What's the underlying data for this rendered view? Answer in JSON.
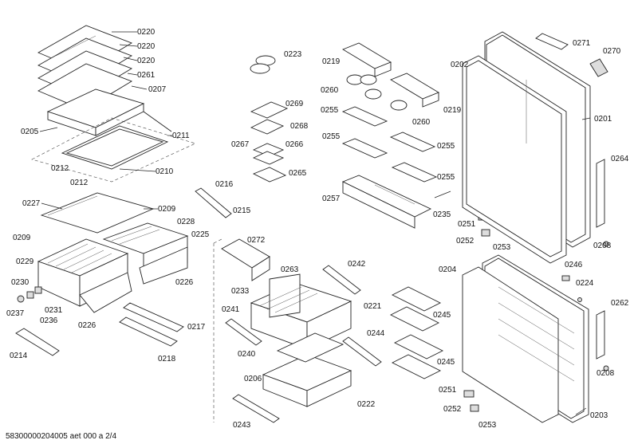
{
  "diagram": {
    "footer_code": "58300000204005 aet 000 a 2/4",
    "labels": [
      "0220",
      "0220",
      "0220",
      "0261",
      "0207",
      "0205",
      "0211",
      "0212",
      "0212",
      "0210",
      "0227",
      "0209",
      "0228",
      "0225",
      "0209",
      "0229",
      "0230",
      "0237",
      "0231",
      "0236",
      "0226",
      "0226",
      "0214",
      "0217",
      "0218",
      "0223",
      "0269",
      "0268",
      "0267",
      "0266",
      "0265",
      "0216",
      "0215",
      "0272",
      "0263",
      "0242",
      "0233",
      "0241",
      "0221",
      "0240",
      "0244",
      "0206",
      "0222",
      "0243",
      "0219",
      "0260",
      "0219",
      "0260",
      "0255",
      "0255",
      "0255",
      "0255",
      "0257",
      "0235",
      "0271",
      "0270",
      "0202",
      "0201",
      "0264",
      "0251",
      "0252",
      "0253",
      "0208",
      "0204",
      "0246",
      "0224",
      "0262",
      "0245",
      "0245",
      "0251",
      "0252",
      "0253",
      "0208",
      "0203"
    ]
  }
}
